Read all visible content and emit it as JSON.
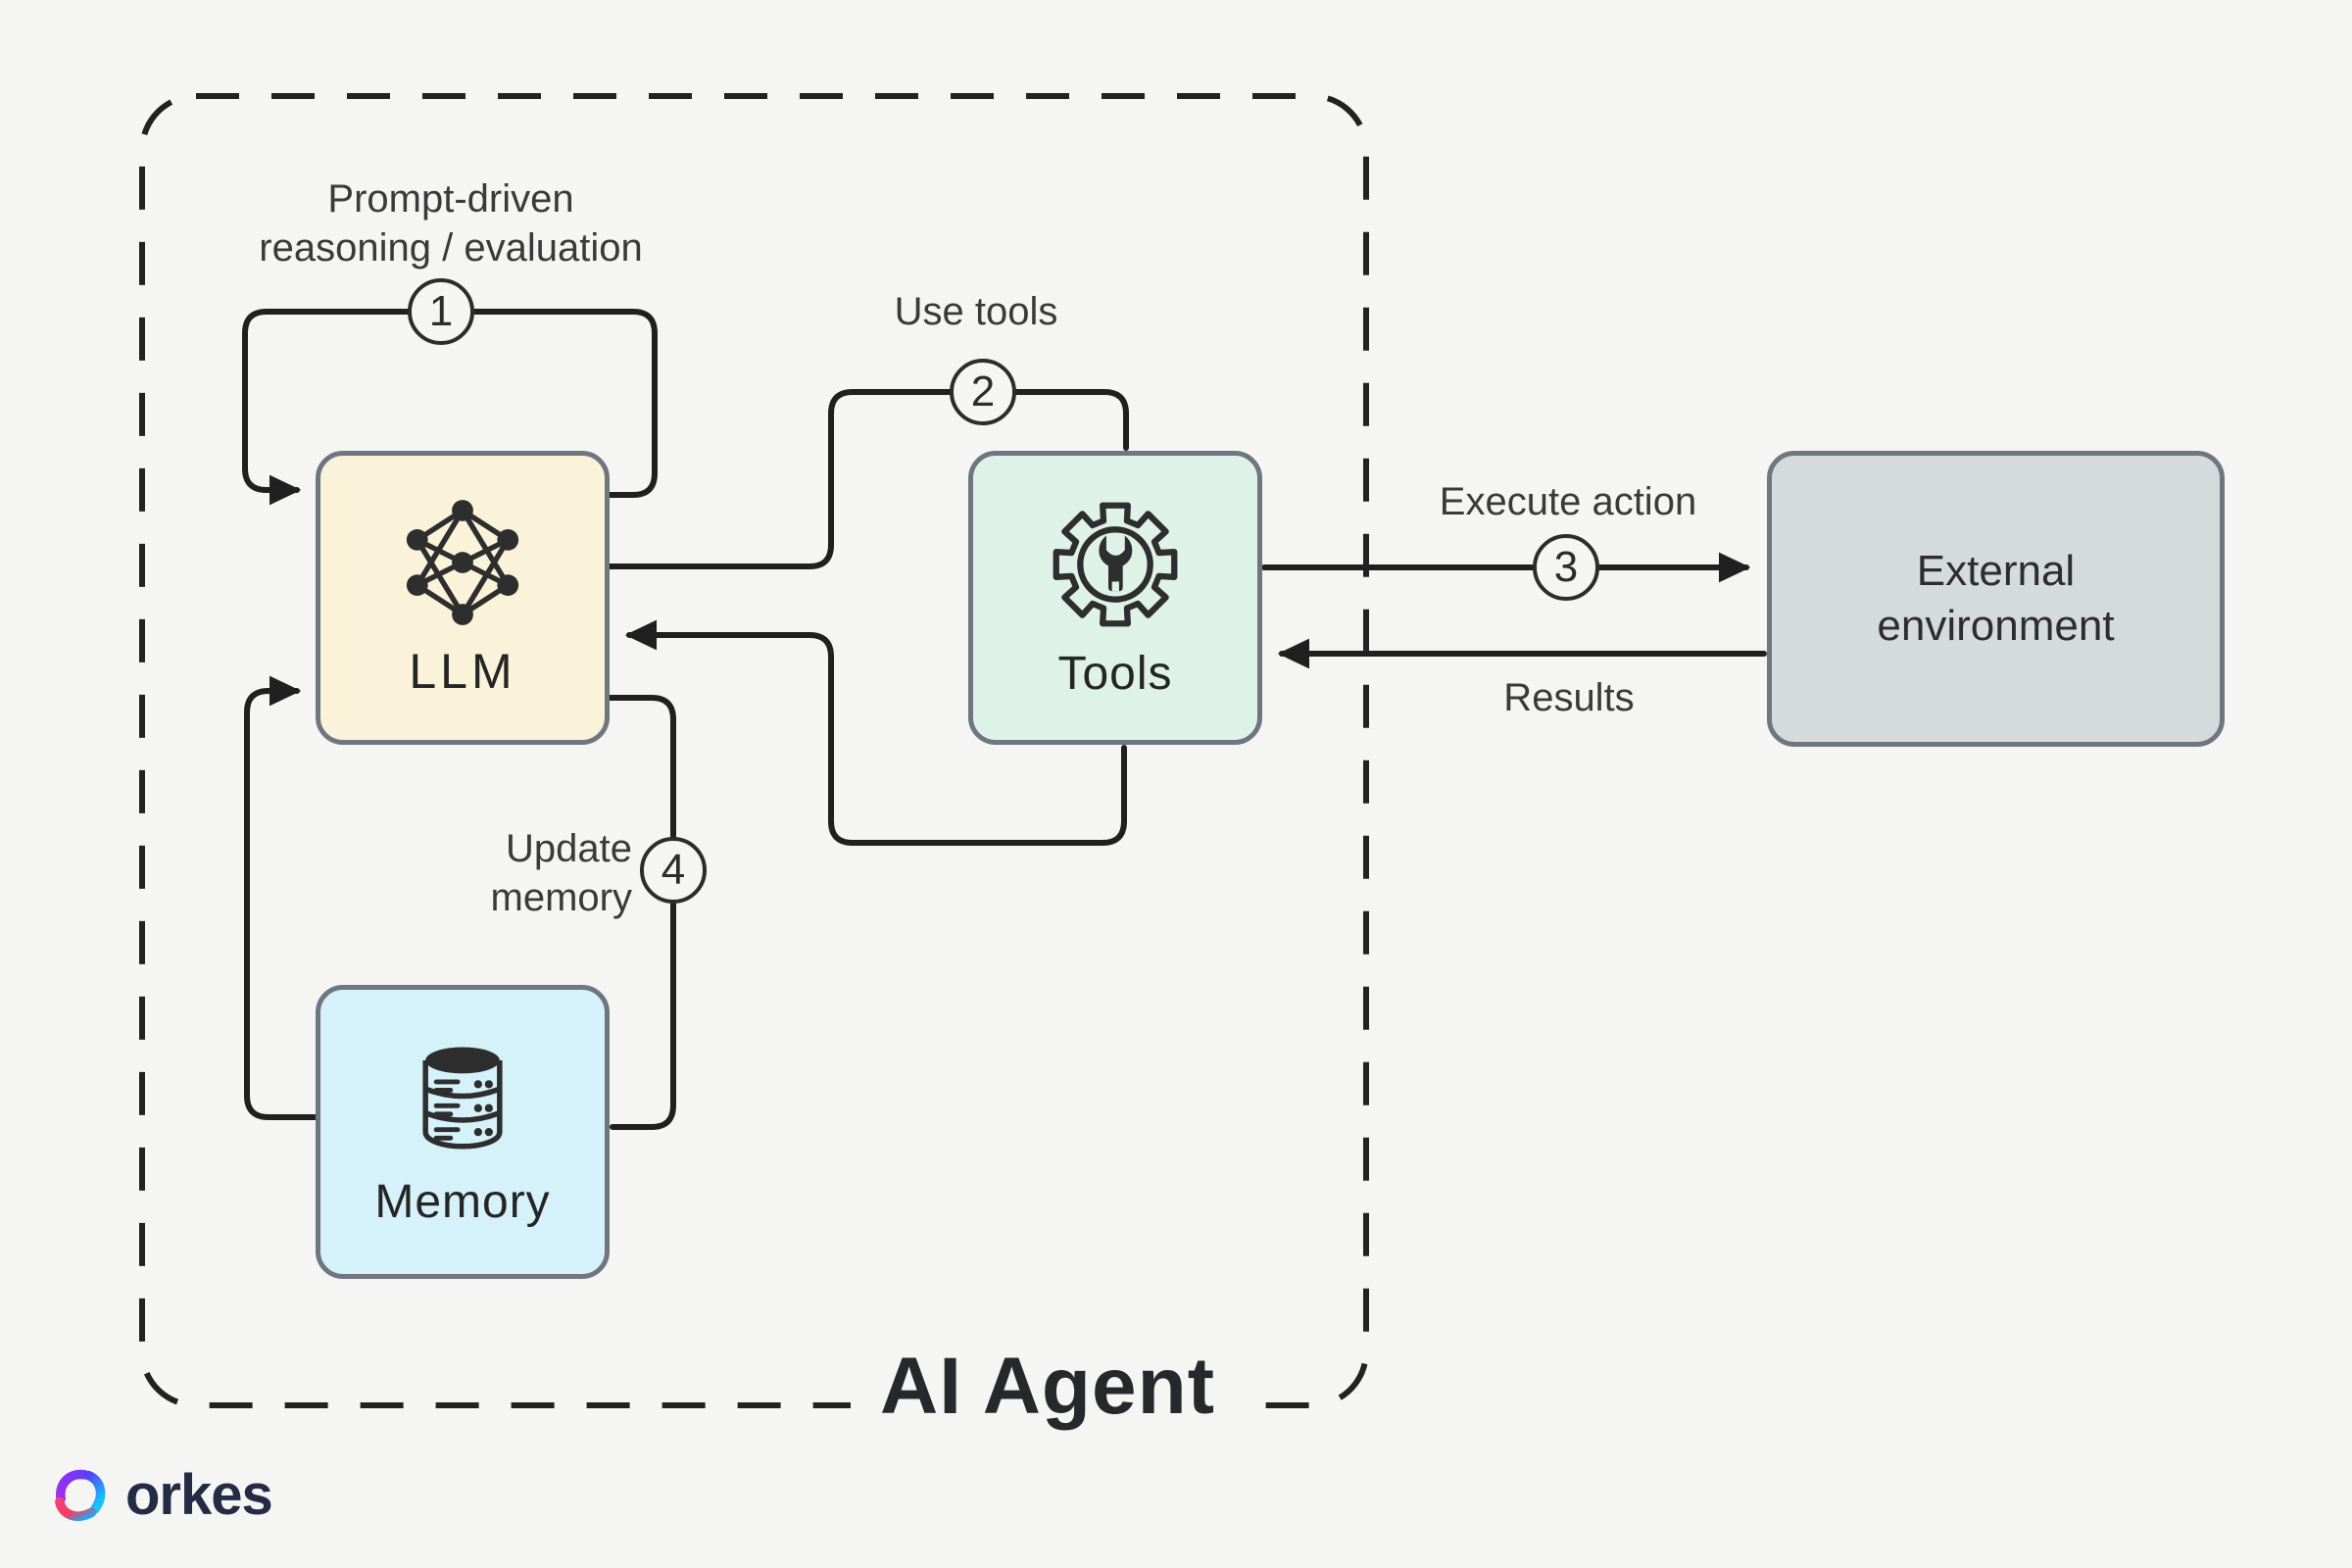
{
  "agent": {
    "label": "AI Agent"
  },
  "nodes": {
    "llm": {
      "label": "LLM"
    },
    "tools": {
      "label": "Tools"
    },
    "memory": {
      "label": "Memory"
    },
    "external": {
      "line1": "External",
      "line2": "environment"
    }
  },
  "flows": {
    "reasoning": {
      "step": "1",
      "line1": "Prompt-driven",
      "line2": "reasoning / evaluation"
    },
    "use_tools": {
      "step": "2",
      "label": "Use tools"
    },
    "execute": {
      "step": "3",
      "label": "Execute action"
    },
    "results": {
      "label": "Results"
    },
    "update_memory": {
      "step": "4",
      "line1": "Update",
      "line2": "memory"
    }
  },
  "footer": {
    "brand": "orkes"
  },
  "colors": {
    "background": "#F5F5F4",
    "line": "#202020",
    "box_border": "#6F7680",
    "llm_fill": "#FBF2DA",
    "tools_fill": "#DFF2E8",
    "memory_fill": "#D5F1F9",
    "external_fill": "#D5DADD",
    "brand_text": "#242B45",
    "brand_purple": "#7C3AED",
    "brand_cyan": "#14C4F7",
    "brand_pink": "#F43F5E"
  }
}
